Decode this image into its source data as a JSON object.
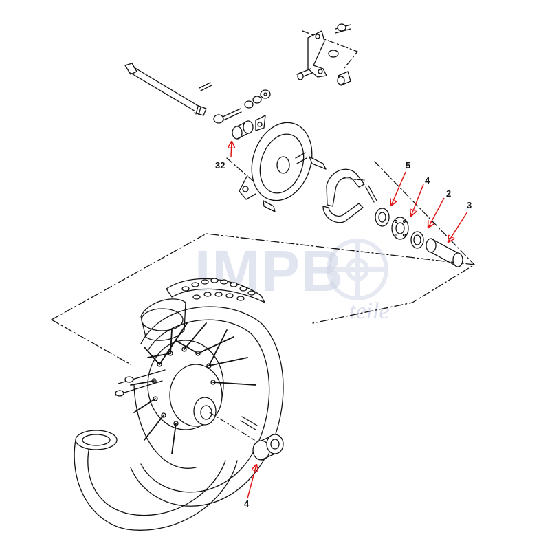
{
  "watermark": {
    "brand": "IMPB",
    "sub": "teile"
  },
  "callouts": [
    {
      "id": "32",
      "label": "32"
    },
    {
      "id": "5",
      "label": "5"
    },
    {
      "id": "4a",
      "label": "4"
    },
    {
      "id": "2",
      "label": "2"
    },
    {
      "id": "3",
      "label": "3"
    },
    {
      "id": "4b",
      "label": "4"
    }
  ],
  "colors": {
    "line": "#111111",
    "arrow": "#e01818",
    "watermark": "#c9d0e4"
  }
}
